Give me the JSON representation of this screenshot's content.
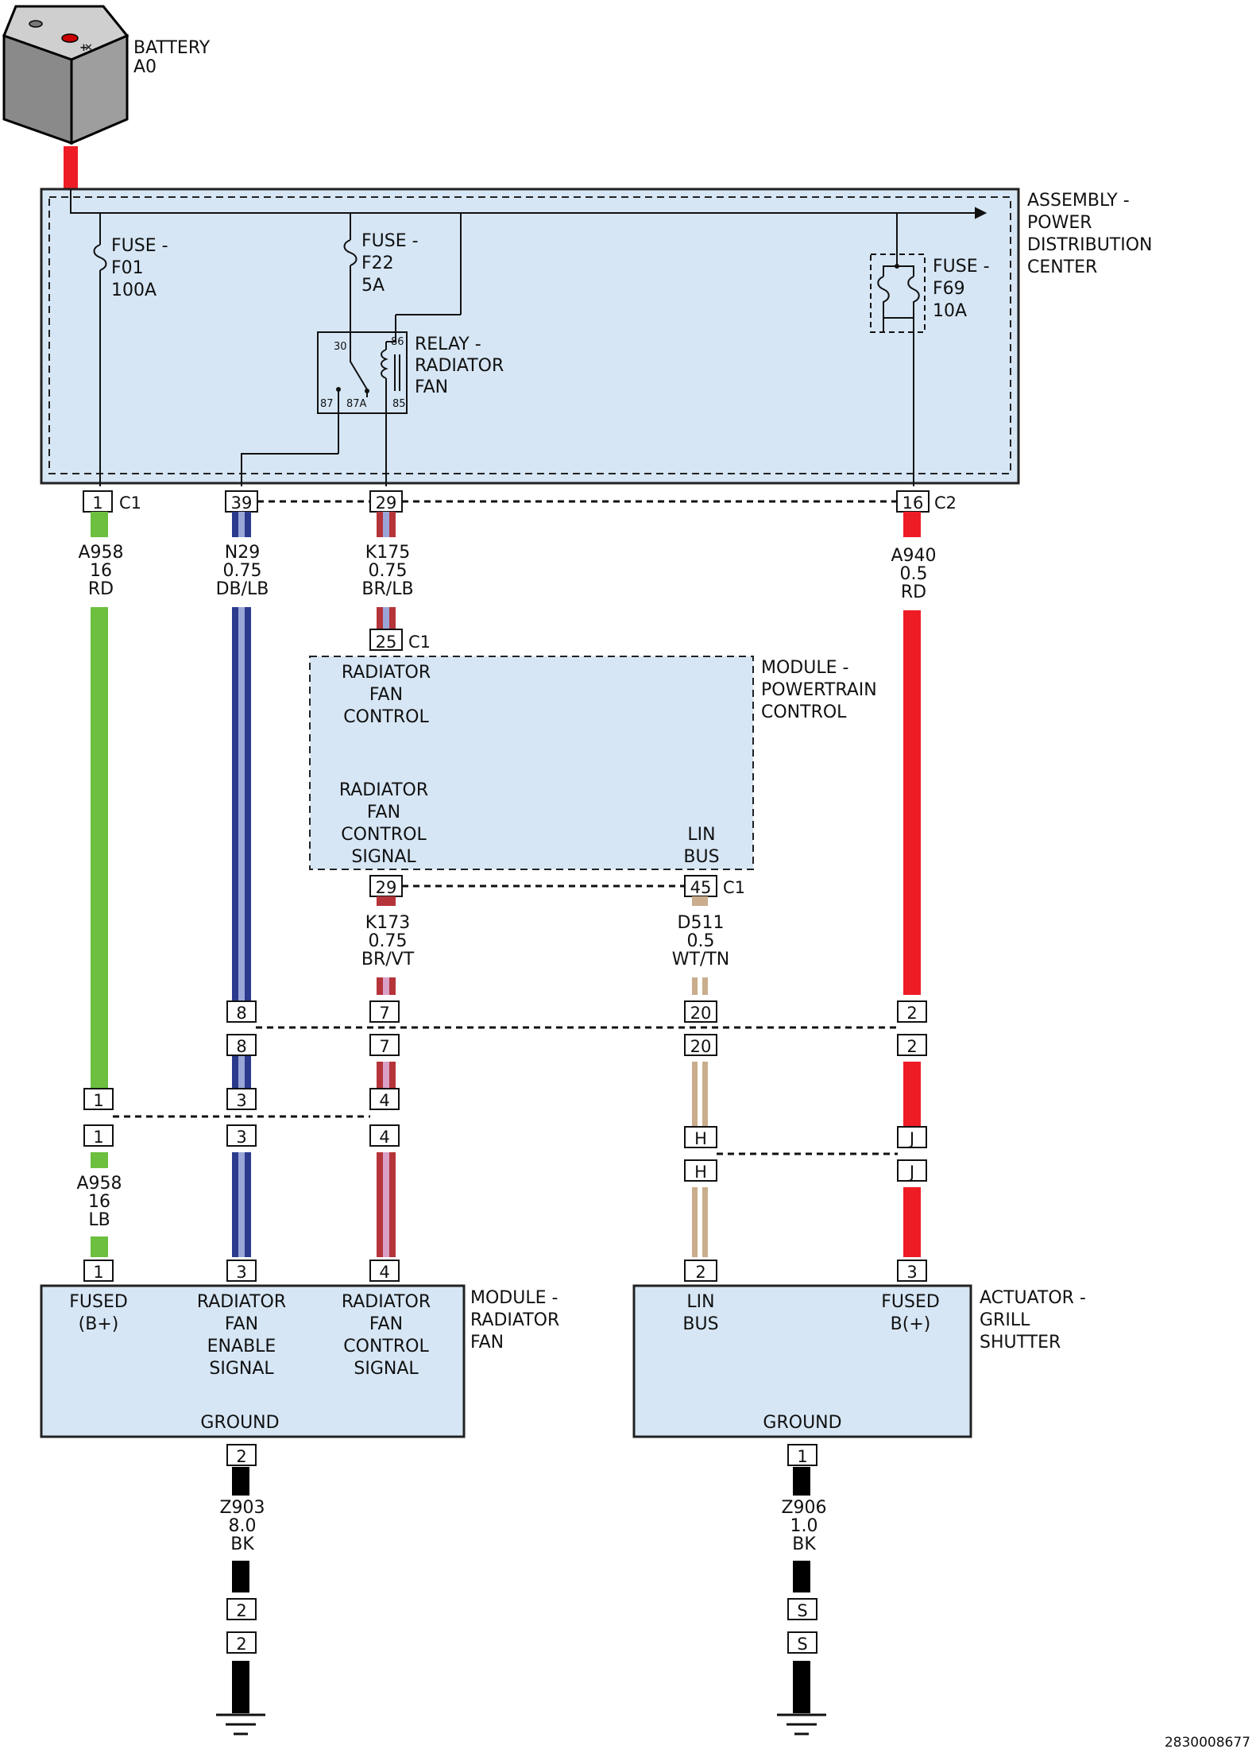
{
  "battery": {
    "name": "BATTERY",
    "id": "A0"
  },
  "pdc": {
    "label": [
      "ASSEMBLY -",
      "POWER",
      "DISTRIBUTION",
      "CENTER"
    ],
    "fuses": [
      {
        "lines": [
          "FUSE -",
          "F01",
          "100A"
        ]
      },
      {
        "lines": [
          "FUSE -",
          "F22",
          "5A"
        ]
      },
      {
        "lines": [
          "FUSE -",
          "F69",
          "10A"
        ]
      }
    ],
    "relay": {
      "label": [
        "RELAY -",
        "RADIATOR",
        "FAN"
      ],
      "pins": {
        "p30": "30",
        "p86": "86",
        "p87": "87",
        "p87a": "87A",
        "p85": "85"
      }
    },
    "pins": {
      "a": "1",
      "b": "39",
      "c": "29",
      "d": "16"
    },
    "connectors": {
      "c1": "C1",
      "c2": "C2"
    }
  },
  "wires": {
    "a958_top": [
      "A958",
      "16",
      "RD"
    ],
    "n29": [
      "N29",
      "0.75",
      "DB/LB"
    ],
    "k175": [
      "K175",
      "0.75",
      "BR/LB"
    ],
    "a940": [
      "A940",
      "0.5",
      "RD"
    ],
    "k173": [
      "K173",
      "0.75",
      "BR/VT"
    ],
    "d511": [
      "D511",
      "0.5",
      "WT/TN"
    ],
    "a958_bottom": [
      "A958",
      "16",
      "LB"
    ],
    "z903": [
      "Z903",
      "8.0",
      "BK"
    ],
    "z906": [
      "Z906",
      "1.0",
      "BK"
    ]
  },
  "pcm": {
    "label": [
      "MODULE -",
      "POWERTRAIN",
      "CONTROL"
    ],
    "pin_top": "25",
    "pin_top_conn": "C1",
    "fan_control": [
      "RADIATOR",
      "FAN",
      "CONTROL"
    ],
    "fan_control_signal": [
      "RADIATOR",
      "FAN",
      "CONTROL",
      "SIGNAL"
    ],
    "lin_bus": [
      "LIN",
      "BUS"
    ],
    "pin_left": "29",
    "pin_right": "45",
    "pin_bottom_conn": "C1"
  },
  "inline": {
    "row1": [
      "8",
      "7",
      "20",
      "2"
    ],
    "row2": [
      "8",
      "7",
      "20",
      "2"
    ],
    "row3": [
      "1",
      "3",
      "4"
    ],
    "row4": [
      "1",
      "3",
      "4"
    ],
    "row5": [
      "H",
      "J"
    ],
    "row6": [
      "H",
      "J"
    ]
  },
  "fan_module": {
    "label": [
      "MODULE -",
      "RADIATOR",
      "FAN"
    ],
    "pins": [
      "1",
      "3",
      "4"
    ],
    "fused": [
      "FUSED",
      "(B+)"
    ],
    "enable": [
      "RADIATOR",
      "FAN",
      "ENABLE",
      "SIGNAL"
    ],
    "control": [
      "RADIATOR",
      "FAN",
      "CONTROL",
      "SIGNAL"
    ],
    "ground": "GROUND",
    "ground_pin": "2"
  },
  "shutter": {
    "label": [
      "ACTUATOR -",
      "GRILL",
      "SHUTTER"
    ],
    "pins": [
      "2",
      "3"
    ],
    "lin_bus": [
      "LIN",
      "BUS"
    ],
    "fused": [
      "FUSED",
      "B(+)"
    ],
    "ground": "GROUND",
    "ground_pin": "1"
  },
  "grounds": {
    "left": [
      "2",
      "2"
    ],
    "right": [
      "S",
      "S"
    ]
  },
  "doc_id": "2830008677",
  "colors": {
    "red": "#ee1c25",
    "green": "#6cbf3f",
    "blue": "#2b3a8c",
    "brown": "#b5343a",
    "tan": "#c9ad8c",
    "black": "#000000",
    "fill": "#d6e6f5"
  }
}
